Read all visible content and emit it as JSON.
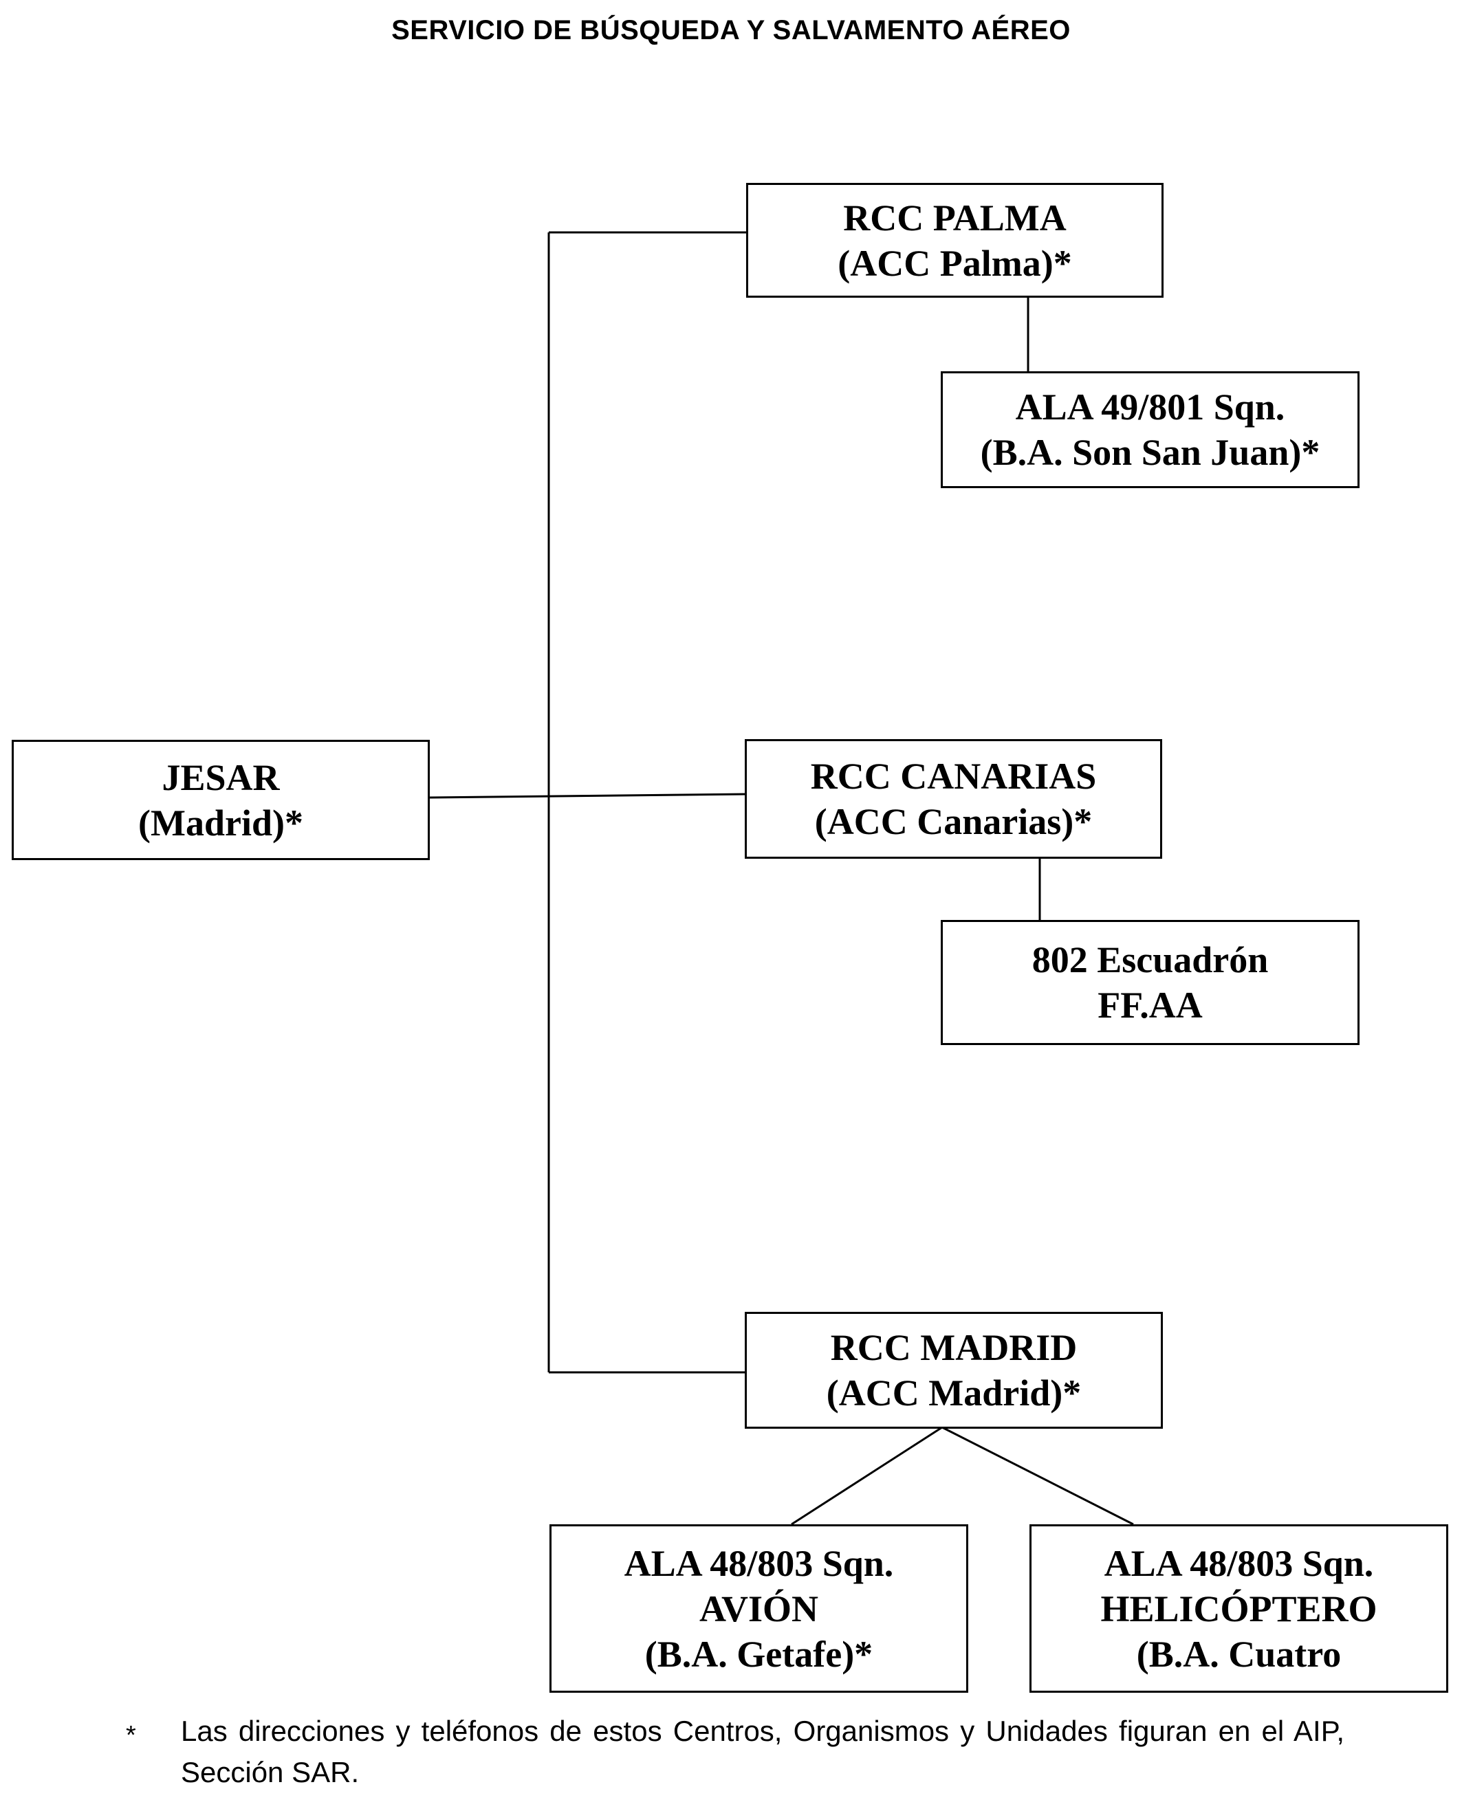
{
  "title": "SERVICIO DE BÚSQUEDA Y SALVAMENTO AÉREO",
  "nodes": {
    "jesar": [
      "JESAR",
      "(Madrid)*"
    ],
    "rcc_palma": [
      "RCC PALMA",
      "(ACC Palma)*"
    ],
    "ala49": [
      "ALA 49/801 Sqn.",
      "(B.A. Son San Juan)*"
    ],
    "rcc_canarias": [
      "RCC CANARIAS",
      "(ACC Canarias)*"
    ],
    "esc802": [
      "802 Escuadrón",
      "FF.AA"
    ],
    "rcc_madrid": [
      "RCC MADRID",
      "(ACC Madrid)*"
    ],
    "ala48_avion": [
      "ALA 48/803 Sqn.",
      "AVIÓN",
      "(B.A. Getafe)*"
    ],
    "ala48_heli": [
      "ALA 48/803 Sqn.",
      "HELICÓPTERO",
      "(B.A. Cuatro"
    ]
  },
  "footnote": {
    "mark": "*",
    "text": "Las direcciones y teléfonos de estos Centros, Organismos y Unidades figuran en el AIP, Sección SAR."
  }
}
